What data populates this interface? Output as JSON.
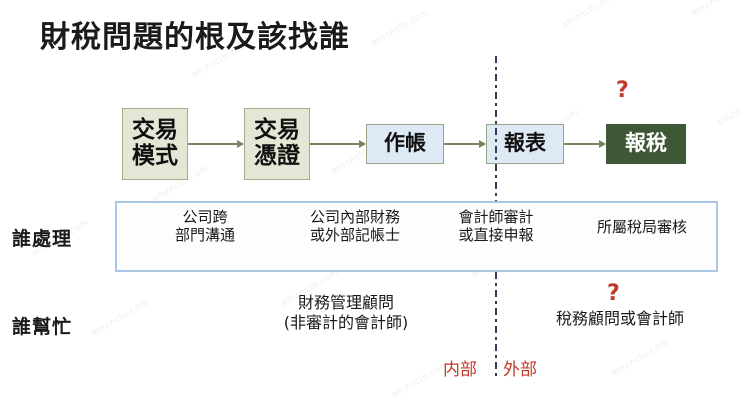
{
  "title": "財稅問題的根及該找誰",
  "flow": {
    "boxes": [
      {
        "id": "trade-mode",
        "label": "交易\n模式",
        "style": "green"
      },
      {
        "id": "trade-voucher",
        "label": "交易\n憑證",
        "style": "green"
      },
      {
        "id": "bookkeeping",
        "label": "作帳",
        "style": "blue"
      },
      {
        "id": "report",
        "label": "報表",
        "style": "blue"
      },
      {
        "id": "tax-filing",
        "label": "報稅",
        "style": "dark"
      }
    ],
    "arrow_count": 4
  },
  "rows": {
    "who_handles_label": "誰處理",
    "who_helps_label": "誰幫忙"
  },
  "table": {
    "cells": [
      "公司跨\n部門溝通",
      "公司內部財務\n或外部記帳士",
      "會計師審計\n或直接申報",
      "所屬稅局審核"
    ]
  },
  "helpers": {
    "left": "財務管理顧問\n(非審計的會計師)",
    "right": "稅務顧問或會計師"
  },
  "divider": {
    "internal_label": "内部",
    "external_label": "外部"
  },
  "annotations": {
    "question_top": "?",
    "question_bottom": "?"
  },
  "watermark": {
    "text": "amzncfo.com"
  },
  "colors": {
    "box_green_fill": "#E3E8D6",
    "box_green_border": "#A6AE8C",
    "box_blue_fill": "#DDE9F5",
    "box_blue_border": "#9AA489",
    "box_dark_fill": "#3E5734",
    "arrow": "#7A8560",
    "divider": "#3A3A52",
    "accent_red": "#C0392B",
    "table_border": "#A9C6E4",
    "text": "#1A1A1A"
  }
}
